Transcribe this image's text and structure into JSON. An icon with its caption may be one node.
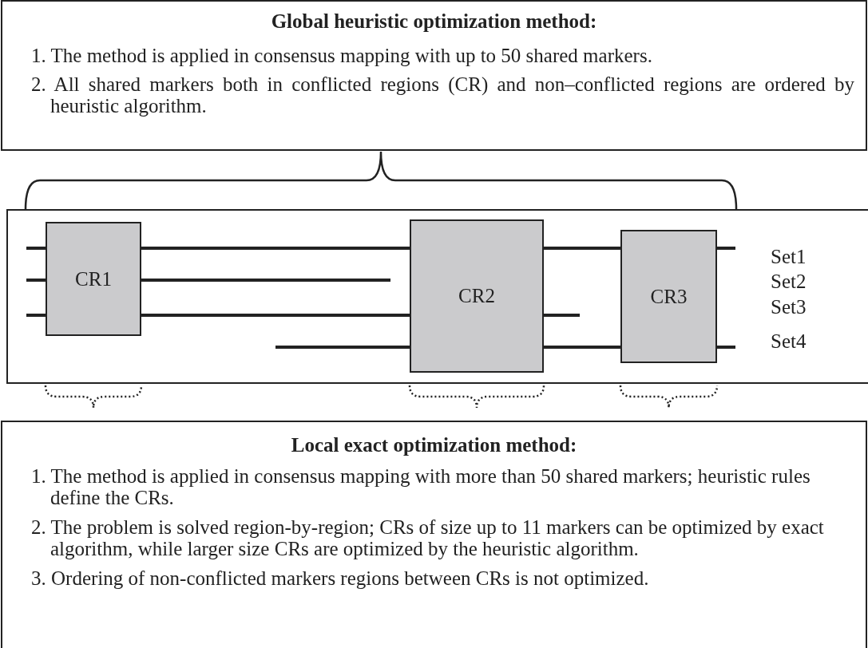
{
  "diagram": {
    "nodes": [
      {
        "text": [
          "Global heuristic optimization method:",
          "1. The method is applied in consensus mapping with up to 50 shared markers.",
          "2. All shared markers both in conflicted regions (CR) and non–conflicted regions are ordered by heuristic algorithm."
        ]
      },
      {
        "text": [],
        "shape": "box"
      },
      {
        "text": [
          "CR1"
        ],
        "in": 1
      },
      {
        "text": [
          "CR2"
        ],
        "in": 1
      },
      {
        "text": [
          "CR3"
        ],
        "in": 1
      },
      {
        "text": [
          "Local exact optimization method:",
          "1. The method is applied in consensus mapping with more than 50 shared markers; heuristic rules define the CRs.",
          "2. The problem is solved region-by-region; CRs of size up to 11 markers can be optimized by exact algorithm, while larger size CRs are optimized by the heuristic algorithm.",
          "3.  Ordering of non-conflicted markers regions between CRs is not optimized."
        ]
      }
    ],
    "edges": [
      {
        "from": null,
        "to": 2,
        "arrow": "none"
      },
      {
        "from": 2,
        "to": 3,
        "arrow": "none"
      },
      {
        "from": 3,
        "to": 4,
        "arrow": "none"
      },
      {
        "from": 4,
        "to": null,
        "arrow": "none"
      },
      {
        "from": null,
        "to": 2,
        "arrow": "none"
      },
      {
        "from": 2,
        "to": null,
        "arrow": "none"
      },
      {
        "from": null,
        "to": 2,
        "arrow": "none"
      },
      {
        "from": 2,
        "to": 3,
        "arrow": "none"
      },
      {
        "from": 3,
        "to": null,
        "arrow": "none"
      },
      {
        "from": null,
        "to": 3,
        "arrow": "none"
      },
      {
        "from": 3,
        "to": 4,
        "arrow": "none"
      },
      {
        "from": 4,
        "to": null,
        "arrow": "none"
      }
    ],
    "labels": [
      "Set1",
      "Set2",
      "Set3",
      "Set4"
    ]
  }
}
